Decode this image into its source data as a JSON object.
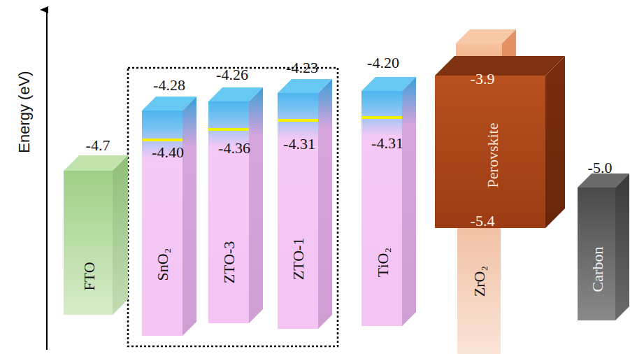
{
  "diagram": {
    "nodes": [
      {
        "text": [
          "-4.7",
          "FTO"
        ]
      },
      {
        "text": [
          "-4.28",
          "-4.40",
          "SnO₂"
        ]
      },
      {
        "text": [
          "-4.26",
          "-4.36",
          "ZTO-3"
        ]
      },
      {
        "text": [
          "-4.23",
          "-4.31",
          "ZTO-1"
        ]
      },
      {
        "text": [
          "-4.20",
          "-4.31",
          "TiO₂"
        ]
      },
      {
        "text": [
          "-3.9",
          "Perovskite",
          "-5.4"
        ]
      },
      {
        "text": [
          "ZrO₂"
        ]
      },
      {
        "text": [
          "-5.0",
          "Carbon"
        ]
      }
    ],
    "labels": [
      "Energy (eV)"
    ]
  }
}
